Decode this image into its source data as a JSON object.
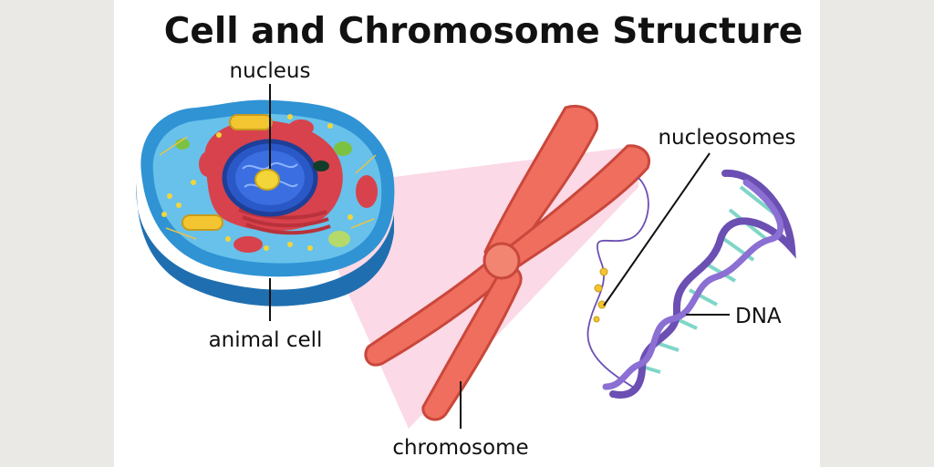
{
  "title": "Cell and Chromosome Structure",
  "labels": {
    "nucleus": "nucleus",
    "animal_cell": "animal cell",
    "chromosome": "chromosome",
    "nucleosomes": "nucleosomes",
    "dna": "DNA"
  },
  "colors": {
    "page_background": "#ebe9e5",
    "panel_background": "#ffffff",
    "cell_membrane": "#2f93d4",
    "cytoplasm": "#67c1ea",
    "nucleus": "#2a58c7",
    "nucleolus": "#f3d53a",
    "organelle_red": "#d8424c",
    "chromosome": "#ef6e5e",
    "zoom_highlight": "#f9c9dc",
    "dna_backbone": "#6b4fb3",
    "dna_base_pairs": "#7fd6c8"
  }
}
